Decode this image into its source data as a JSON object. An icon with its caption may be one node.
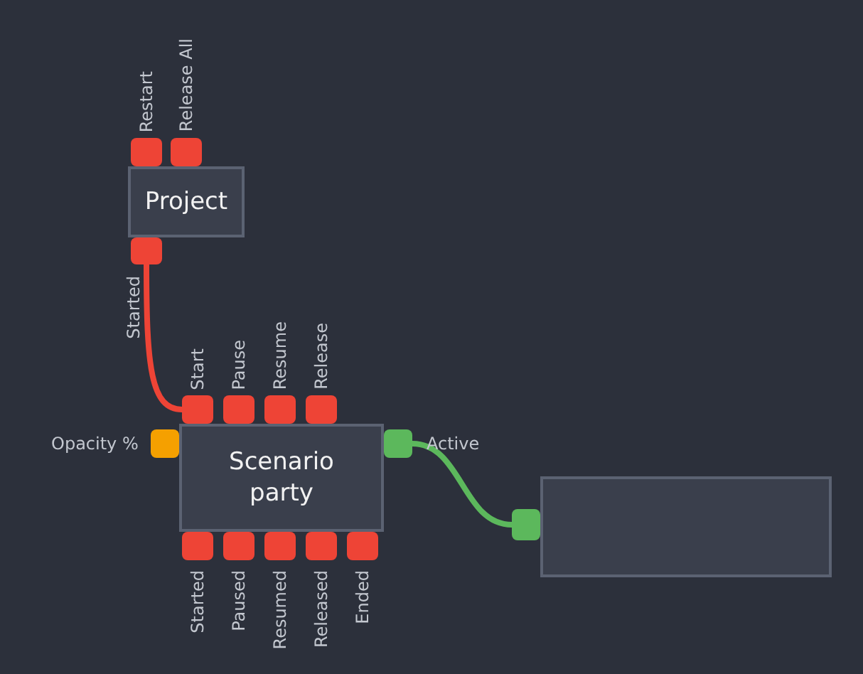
{
  "diagram": {
    "nodes": [
      {
        "text": [],
        "shape": "box",
        "beside": [
          "Restart"
        ]
      },
      {
        "text": [],
        "shape": "box",
        "beside": [
          "Release All"
        ]
      },
      {
        "text": [
          "Project"
        ]
      },
      {
        "text": [],
        "shape": "box",
        "beside": [
          "Started"
        ]
      },
      {
        "text": [],
        "shape": "box",
        "beside": [
          "Start"
        ]
      },
      {
        "text": [],
        "shape": "box",
        "beside": [
          "Pause"
        ]
      },
      {
        "text": [],
        "shape": "box",
        "beside": [
          "Resume"
        ]
      },
      {
        "text": [],
        "shape": "box",
        "beside": [
          "Release"
        ]
      },
      {
        "text": [],
        "shape": "box",
        "beside": [
          "Opacity %"
        ]
      },
      {
        "text": [
          "Scenario party"
        ]
      },
      {
        "text": [],
        "shape": "box",
        "beside": [
          "Active"
        ]
      },
      {
        "text": [],
        "shape": "box",
        "beside": [
          "Started"
        ]
      },
      {
        "text": [],
        "shape": "box",
        "beside": [
          "Paused"
        ]
      },
      {
        "text": [],
        "shape": "box",
        "beside": [
          "Resumed"
        ]
      },
      {
        "text": [],
        "shape": "box",
        "beside": [
          "Released"
        ]
      },
      {
        "text": [],
        "shape": "box",
        "beside": [
          "Ended"
        ]
      },
      {
        "text": [],
        "shape": "box"
      },
      {
        "text": [],
        "shape": "box"
      }
    ],
    "edges": [
      {
        "from": 3,
        "to": 4,
        "arrow": "none",
        "color": "#ee4436"
      },
      {
        "from": 10,
        "to": 16,
        "arrow": "none",
        "color": "#5cb85c"
      }
    ]
  }
}
